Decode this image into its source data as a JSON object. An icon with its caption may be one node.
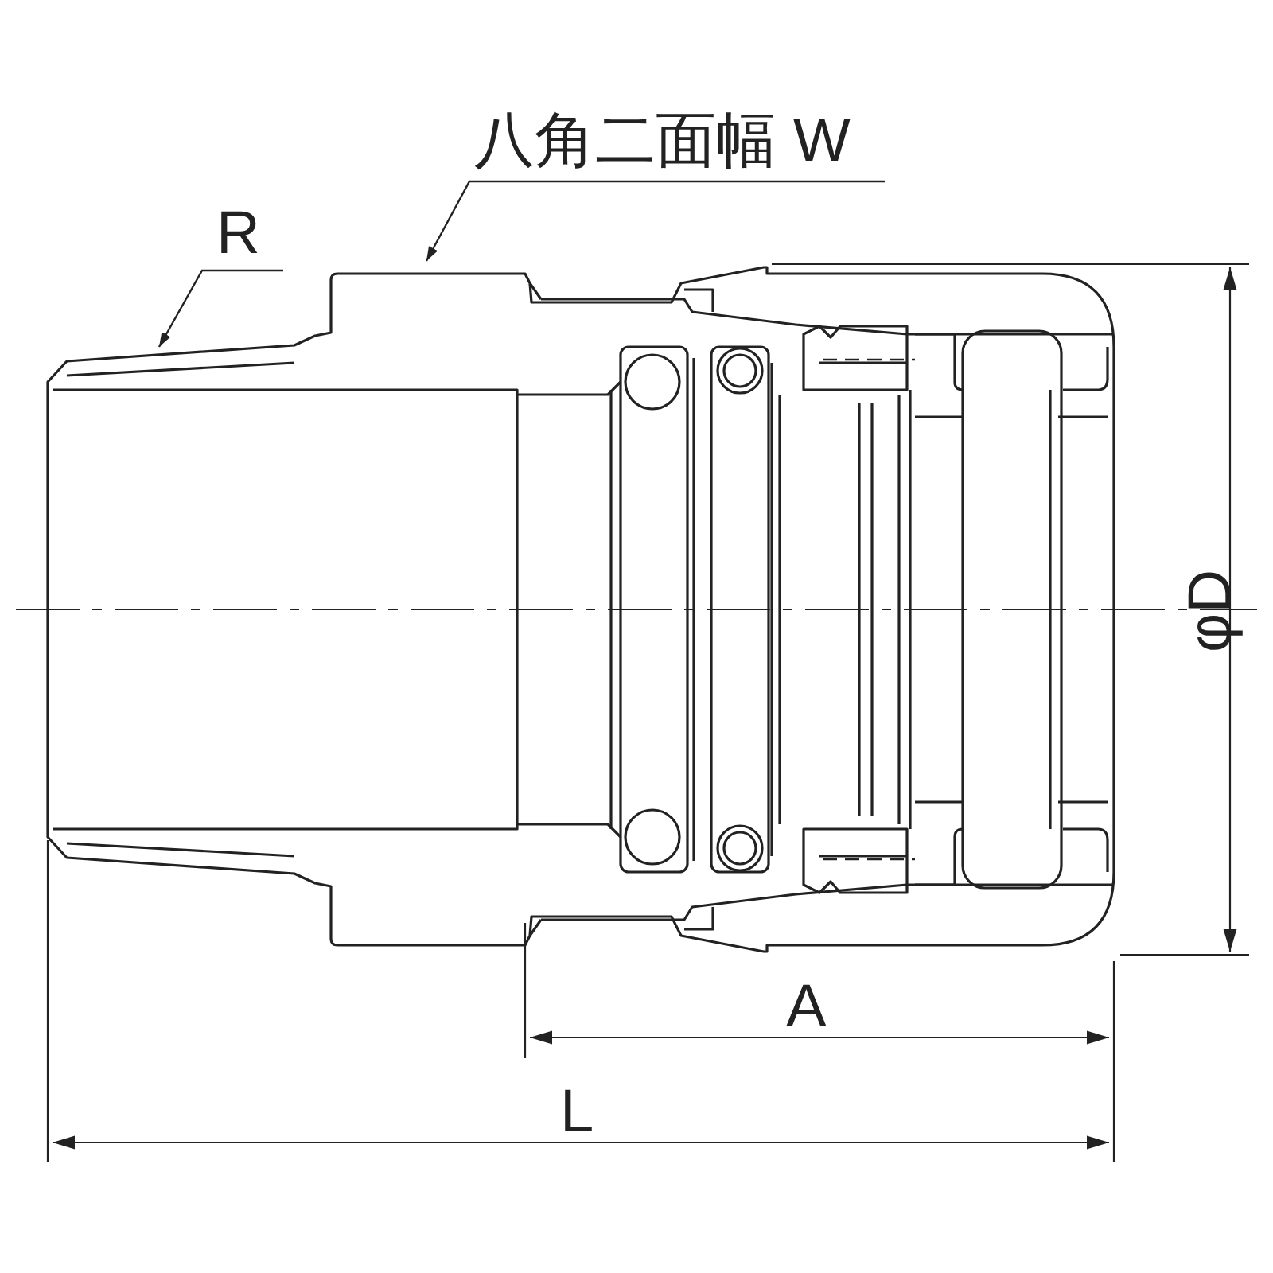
{
  "diagram": {
    "nodes": [
      {
        "text": [
          "R"
        ]
      },
      {
        "text": [
          "八角二面幅 W"
        ]
      }
    ],
    "edges": [
      {
        "from": 0,
        "to": null,
        "arrow": "to"
      },
      {
        "from": 1,
        "to": null,
        "arrow": "to"
      }
    ],
    "labels": [
      "A",
      "L",
      "φD"
    ]
  }
}
